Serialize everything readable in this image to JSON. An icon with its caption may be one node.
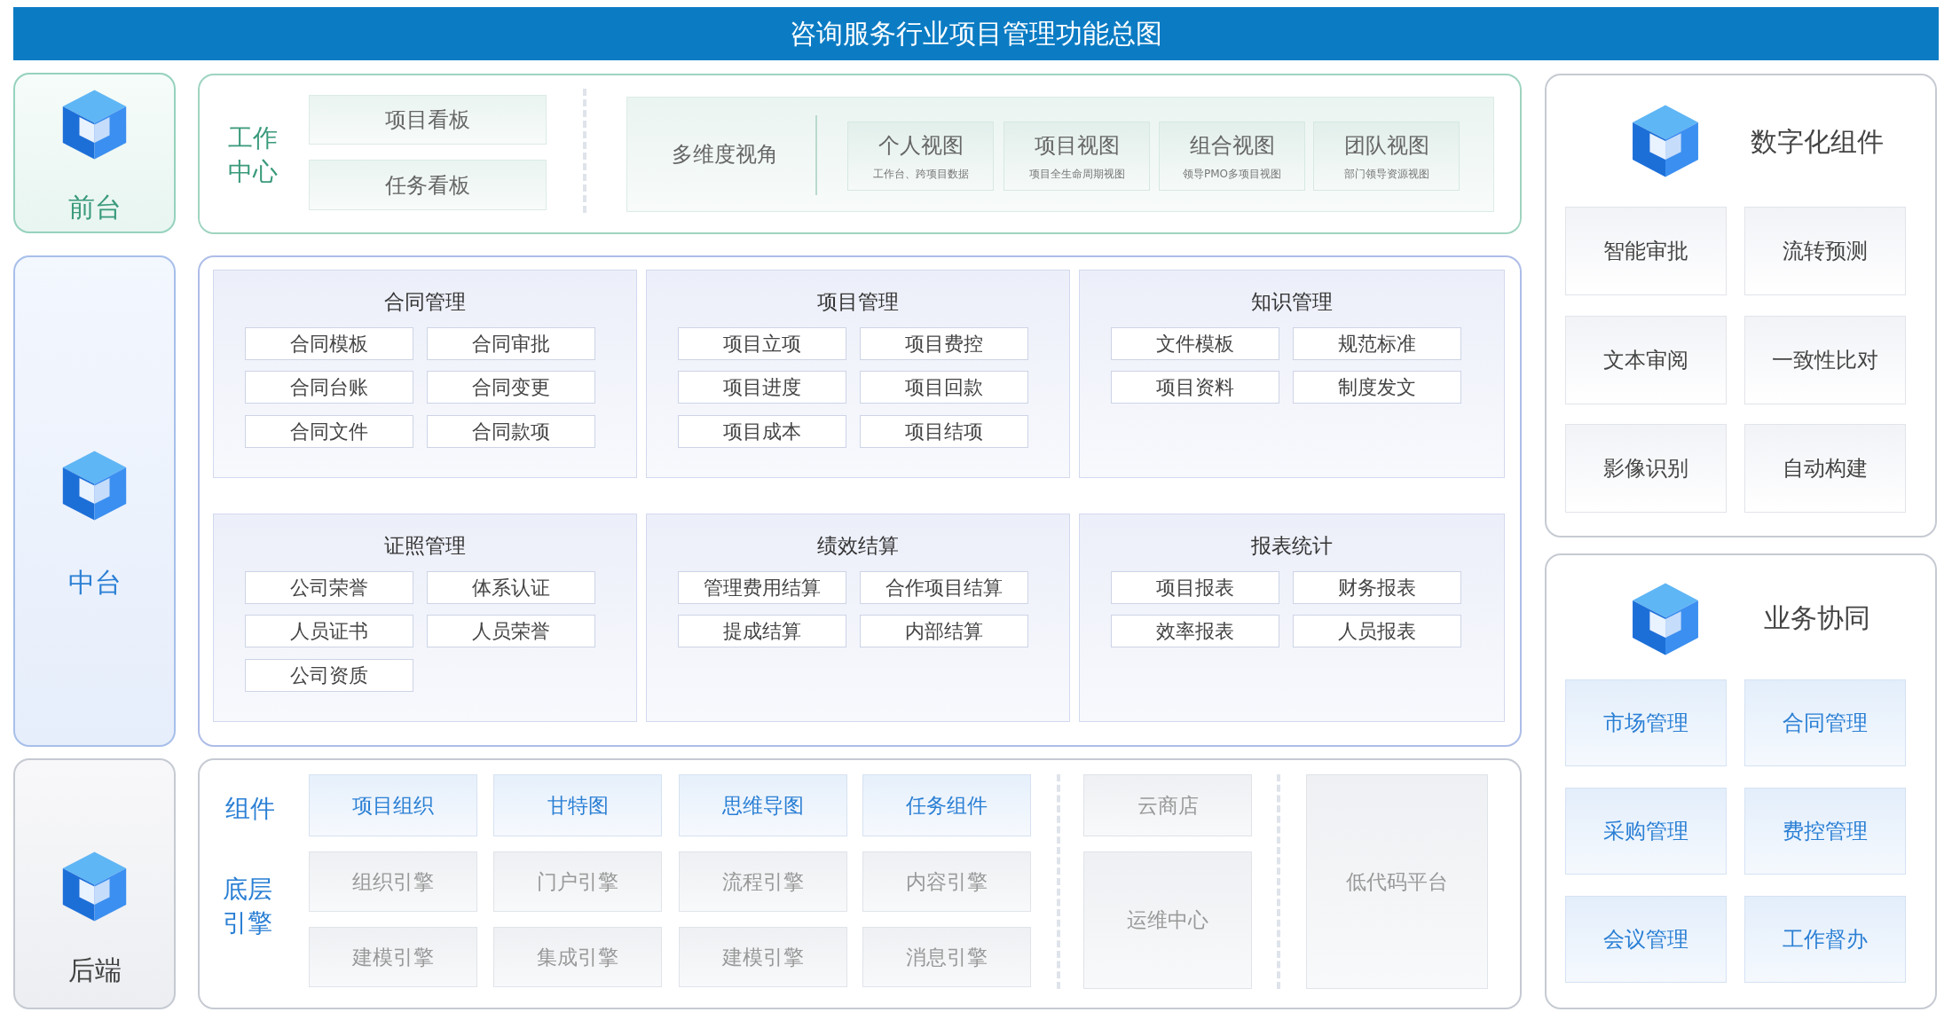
{
  "diagram": {
    "title": "咨询服务行业项目管理功能总图",
    "nodes": [
      {
        "text": [
          "前台"
        ]
      },
      {
        "text": [
          "工作中心"
        ]
      },
      {
        "text": [
          "项目看板"
        ],
        "in": 1
      },
      {
        "text": [
          "任务看板"
        ],
        "in": 1
      },
      {
        "text": [
          "多维度视角"
        ],
        "in": 1
      },
      {
        "text": [
          "个人视图",
          "工作台、跨项目数据"
        ],
        "in": 4
      },
      {
        "text": [
          "项目视图",
          "项目全生命周期视图"
        ],
        "in": 4
      },
      {
        "text": [
          "组合视图",
          "领导PMO多项目视图"
        ],
        "in": 4
      },
      {
        "text": [
          "团队视图",
          "部门领导资源视图"
        ],
        "in": 4
      },
      {
        "text": [
          "数字化组件"
        ]
      },
      {
        "text": [
          "智能审批"
        ],
        "in": 9
      },
      {
        "text": [
          "流转预测"
        ],
        "in": 9
      },
      {
        "text": [
          "文本审阅"
        ],
        "in": 9
      },
      {
        "text": [
          "一致性比对"
        ],
        "in": 9
      },
      {
        "text": [
          "影像识别"
        ],
        "in": 9
      },
      {
        "text": [
          "自动构建"
        ],
        "in": 9
      },
      {
        "text": [
          "中台"
        ]
      },
      {
        "text": [],
        "shape": "box"
      },
      {
        "text": [
          "合同管理"
        ],
        "in": 17
      },
      {
        "text": [
          "合同模板"
        ],
        "in": 18
      },
      {
        "text": [
          "合同审批"
        ],
        "in": 18
      },
      {
        "text": [
          "合同台账"
        ],
        "in": 18
      },
      {
        "text": [
          "合同变更"
        ],
        "in": 18
      },
      {
        "text": [
          "合同文件"
        ],
        "in": 18
      },
      {
        "text": [
          "合同款项"
        ],
        "in": 18
      },
      {
        "text": [
          "项目管理"
        ],
        "in": 17
      },
      {
        "text": [
          "项目立项"
        ],
        "in": 25
      },
      {
        "text": [
          "项目费控"
        ],
        "in": 25
      },
      {
        "text": [
          "项目进度"
        ],
        "in": 25
      },
      {
        "text": [
          "项目回款"
        ],
        "in": 25
      },
      {
        "text": [
          "项目成本"
        ],
        "in": 25
      },
      {
        "text": [
          "项目结项"
        ],
        "in": 25
      },
      {
        "text": [
          "知识管理"
        ],
        "in": 17
      },
      {
        "text": [
          "文件模板"
        ],
        "in": 32
      },
      {
        "text": [
          "规范标准"
        ],
        "in": 32
      },
      {
        "text": [
          "项目资料"
        ],
        "in": 32
      },
      {
        "text": [
          "制度发文"
        ],
        "in": 32
      },
      {
        "text": [
          "证照管理"
        ],
        "in": 17
      },
      {
        "text": [
          "公司荣誉"
        ],
        "in": 37
      },
      {
        "text": [
          "体系认证"
        ],
        "in": 37
      },
      {
        "text": [
          "人员证书"
        ],
        "in": 37
      },
      {
        "text": [
          "人员荣誉"
        ],
        "in": 37
      },
      {
        "text": [
          "公司资质"
        ],
        "in": 37
      },
      {
        "text": [
          "绩效结算"
        ],
        "in": 17
      },
      {
        "text": [
          "管理费用结算"
        ],
        "in": 43
      },
      {
        "text": [
          "合作项目结算"
        ],
        "in": 43
      },
      {
        "text": [
          "提成结算"
        ],
        "in": 43
      },
      {
        "text": [
          "内部结算"
        ],
        "in": 43
      },
      {
        "text": [
          "报表统计"
        ],
        "in": 17
      },
      {
        "text": [
          "项目报表"
        ],
        "in": 48
      },
      {
        "text": [
          "财务报表"
        ],
        "in": 48
      },
      {
        "text": [
          "效率报表"
        ],
        "in": 48
      },
      {
        "text": [
          "人员报表"
        ],
        "in": 48
      },
      {
        "text": [
          "业务协同"
        ]
      },
      {
        "text": [
          "市场管理"
        ],
        "in": 53
      },
      {
        "text": [
          "合同管理"
        ],
        "in": 53
      },
      {
        "text": [
          "采购管理"
        ],
        "in": 53
      },
      {
        "text": [
          "费控管理"
        ],
        "in": 53
      },
      {
        "text": [
          "会议管理"
        ],
        "in": 53
      },
      {
        "text": [
          "工作督办"
        ],
        "in": 53
      },
      {
        "text": [
          "后端"
        ]
      },
      {
        "text": [
          "组件",
          "底层引擎"
        ]
      },
      {
        "text": [
          "项目组织"
        ],
        "in": 61
      },
      {
        "text": [
          "甘特图"
        ],
        "in": 61
      },
      {
        "text": [
          "思维导图"
        ],
        "in": 61
      },
      {
        "text": [
          "任务组件"
        ],
        "in": 61
      },
      {
        "text": [
          "组织引擎"
        ],
        "in": 61
      },
      {
        "text": [
          "门户引擎"
        ],
        "in": 61
      },
      {
        "text": [
          "流程引擎"
        ],
        "in": 61
      },
      {
        "text": [
          "内容引擎"
        ],
        "in": 61
      },
      {
        "text": [
          "建模引擎"
        ],
        "in": 61
      },
      {
        "text": [
          "集成引擎"
        ],
        "in": 61
      },
      {
        "text": [
          "建模引擎"
        ],
        "in": 61
      },
      {
        "text": [
          "消息引擎"
        ],
        "in": 61
      },
      {
        "text": [
          "云商店"
        ],
        "in": 61
      },
      {
        "text": [
          "运维中心"
        ],
        "in": 61
      },
      {
        "text": [
          "低代码平台"
        ],
        "in": 61
      }
    ]
  }
}
